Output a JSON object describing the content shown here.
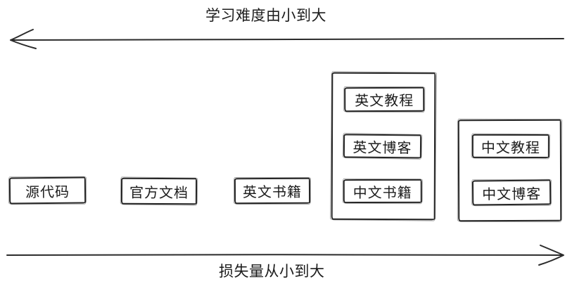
{
  "diagram": {
    "background": "#ffffff",
    "ink_color": "#2b2b2b",
    "text_color": "#1c1c1c",
    "top_axis": {
      "label": "学习难度由小到大",
      "direction": "left"
    },
    "bottom_axis": {
      "label": "损失量从小到大",
      "direction": "right"
    },
    "standalone_boxes": [
      {
        "label": "源代码"
      },
      {
        "label": "官方文档"
      },
      {
        "label": "英文书籍"
      }
    ],
    "groups": [
      {
        "items": [
          {
            "label": "英文教程"
          },
          {
            "label": "英文博客"
          },
          {
            "label": "中文书籍"
          }
        ]
      },
      {
        "items": [
          {
            "label": "中文教程"
          },
          {
            "label": "中文博客"
          }
        ]
      }
    ]
  }
}
